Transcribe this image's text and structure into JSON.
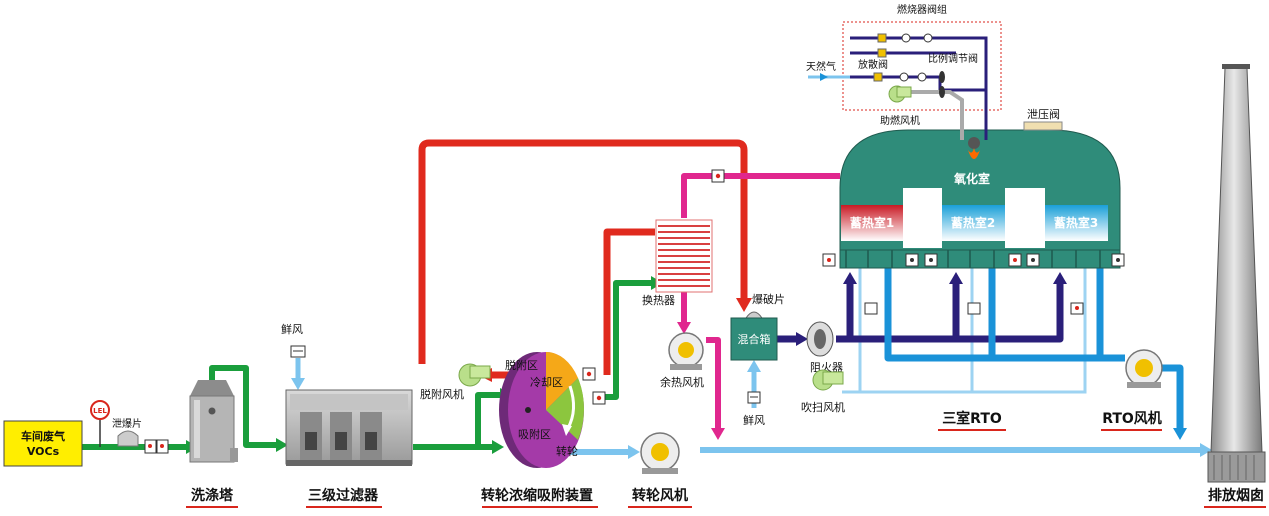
{
  "diagram": {
    "source_box": {
      "line1": "车间废气",
      "line2": "VOCs"
    },
    "lel": "LEL",
    "explosion_vent_1": "泄爆片",
    "fresh_air_1": "鲜风",
    "fresh_air_2": "鲜风",
    "scrubber": "洗涤塔",
    "filter": "三级过滤器",
    "rotor_device": "转轮浓缩吸附装置",
    "rotor_fan": "转轮风机",
    "rotor_zones": {
      "desorption": "脱附区",
      "cooling": "冷却区",
      "adsorption": "吸附区",
      "rotor": "转轮"
    },
    "desorption_fan": "脱附风机",
    "heat_exchanger": "换热器",
    "waste_heat_fan": "余热风机",
    "burst_disc": "爆破片",
    "mixing_box": "混合箱",
    "flame_arrester": "阻火器",
    "purge_fan": "吹扫风机",
    "rto_title": "三室RTO",
    "rto_fan": "RTO风机",
    "chimney": "排放烟囱",
    "oxidation_chamber": "氧化室",
    "pressure_relief": "泄压阀",
    "regen_chambers": [
      "蓄热室1",
      "蓄热室2",
      "蓄热室3"
    ],
    "burner_group": "燃烧器阀组",
    "natural_gas": "天然气",
    "vent_valve": "放散阀",
    "proportional_valve": "比例调节阀",
    "combustion_fan": "助燃风机",
    "colors": {
      "waste_air": "#1a9e3c",
      "hot_air": "#e02a1e",
      "hot_flue": "#e0278e",
      "clean_air": "#7cc4ee",
      "rto_inlet": "#2a1f7a",
      "rto_outlet": "#1a92d8",
      "rto_body": "#2f8c7a",
      "caption_underline": "#d9261c"
    }
  }
}
